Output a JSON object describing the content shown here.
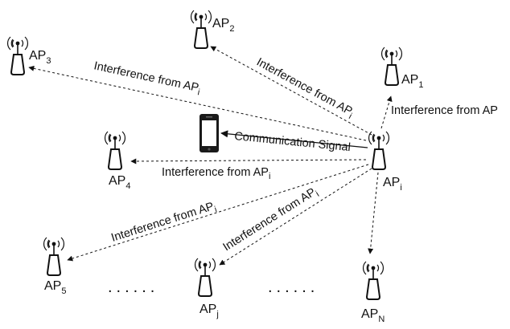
{
  "nodes": {
    "ap2": {
      "name": "AP",
      "sub": "2"
    },
    "ap3": {
      "name": "AP",
      "sub": "3"
    },
    "ap1": {
      "name": "AP",
      "sub": "1"
    },
    "ap4": {
      "name": "AP",
      "sub": "4"
    },
    "api": {
      "name": "AP",
      "sub": "i"
    },
    "ap5": {
      "name": "AP",
      "sub": "5"
    },
    "apj": {
      "name": "AP",
      "sub": "j"
    },
    "apn": {
      "name": "AP",
      "sub": "N"
    }
  },
  "edges": {
    "to_ap3": {
      "text": "Interference from AP",
      "sub": "i"
    },
    "to_ap2": {
      "text": "Interference from AP",
      "sub": "i"
    },
    "to_ap1": {
      "text": "Interference from AP",
      "sub": ""
    },
    "communication": {
      "text": "Communication Signal",
      "sub": ""
    },
    "to_ap4": {
      "text": "Interference from AP",
      "sub": "i"
    },
    "to_ap5": {
      "text": "Interference from AP",
      "sub": "i"
    },
    "to_apj": {
      "text": "Interference from AP",
      "sub": "i"
    }
  },
  "ellipsis": "......"
}
